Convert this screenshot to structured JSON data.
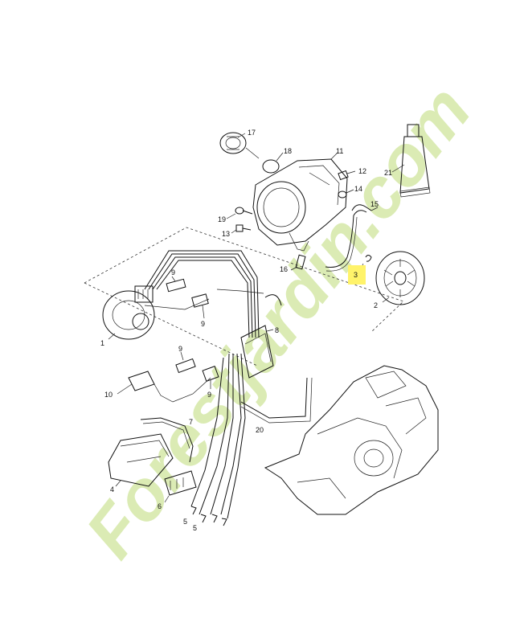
{
  "watermark": {
    "text": "Forestjardin.com",
    "color_green": "#d5e8a8",
    "color_brown": "#c9c0a8"
  },
  "highlight_color": "#fff36a",
  "parts": [
    {
      "id": "p1",
      "label": "1"
    },
    {
      "id": "p2",
      "label": "2"
    },
    {
      "id": "p3",
      "label": "3",
      "highlighted": true
    },
    {
      "id": "p4",
      "label": "4"
    },
    {
      "id": "p5a",
      "label": "5"
    },
    {
      "id": "p5b",
      "label": "5"
    },
    {
      "id": "p6",
      "label": "6"
    },
    {
      "id": "p7",
      "label": "7"
    },
    {
      "id": "p8",
      "label": "8"
    },
    {
      "id": "p9a",
      "label": "9"
    },
    {
      "id": "p9b",
      "label": "9"
    },
    {
      "id": "p9c",
      "label": "9"
    },
    {
      "id": "p9d",
      "label": "9"
    },
    {
      "id": "p10",
      "label": "10"
    },
    {
      "id": "p11",
      "label": "11"
    },
    {
      "id": "p12",
      "label": "12"
    },
    {
      "id": "p13",
      "label": "13"
    },
    {
      "id": "p14",
      "label": "14"
    },
    {
      "id": "p15",
      "label": "15"
    },
    {
      "id": "p16",
      "label": "16"
    },
    {
      "id": "p17",
      "label": "17"
    },
    {
      "id": "p18",
      "label": "18"
    },
    {
      "id": "p19",
      "label": "19"
    },
    {
      "id": "p20",
      "label": "20"
    },
    {
      "id": "p21",
      "label": "21"
    }
  ]
}
